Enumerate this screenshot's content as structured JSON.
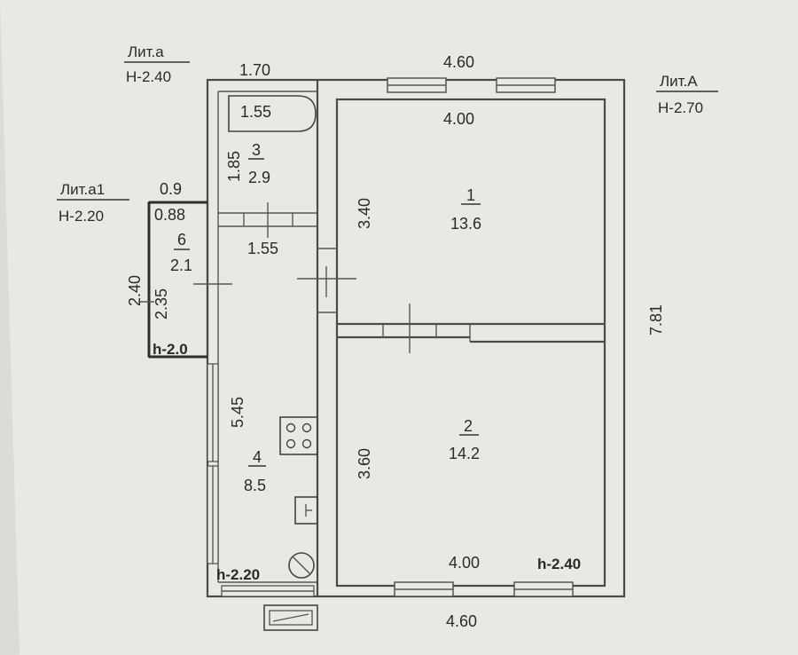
{
  "colors": {
    "paper": "#e9e9e4",
    "ink": "#2a2a2a",
    "wall": "#4a4a4a"
  },
  "lit_a": {
    "name": "Лит.а",
    "height": "Н-2.40"
  },
  "lit_a1": {
    "name": "Лит.а1",
    "height": "Н-2.20"
  },
  "lit_A": {
    "name": "Лит.А",
    "height": "Н-2.70"
  },
  "dims": {
    "top_left": "1.70",
    "top_right": "4.60",
    "bottom": "4.60",
    "right_side": "7.81",
    "room3_width": "1.55",
    "room3_height": "1.85",
    "room4_width": "1.55",
    "room4_height": "5.45",
    "room6_outer_width": "0.9",
    "room6_inner_width": "0.88",
    "room6_outer_height": "2.40",
    "room6_inner_height": "2.35",
    "room1_width": "4.00",
    "room1_height": "3.40",
    "room2_width": "4.00",
    "room2_height": "3.60"
  },
  "rooms": {
    "room1": {
      "number": "1",
      "area": "13.6"
    },
    "room2": {
      "number": "2",
      "area": "14.2"
    },
    "room3": {
      "number": "3",
      "area": "2.9"
    },
    "room4": {
      "number": "4",
      "area": "8.5"
    },
    "room6": {
      "number": "6",
      "area": "2.1"
    }
  },
  "ceilings": {
    "room6": "h-2.0",
    "room4": "h-2.20",
    "room2": "h-2.40"
  },
  "icons": [
    "stove-icon",
    "sink-icon",
    "boiler-icon",
    "radiator-icon"
  ]
}
